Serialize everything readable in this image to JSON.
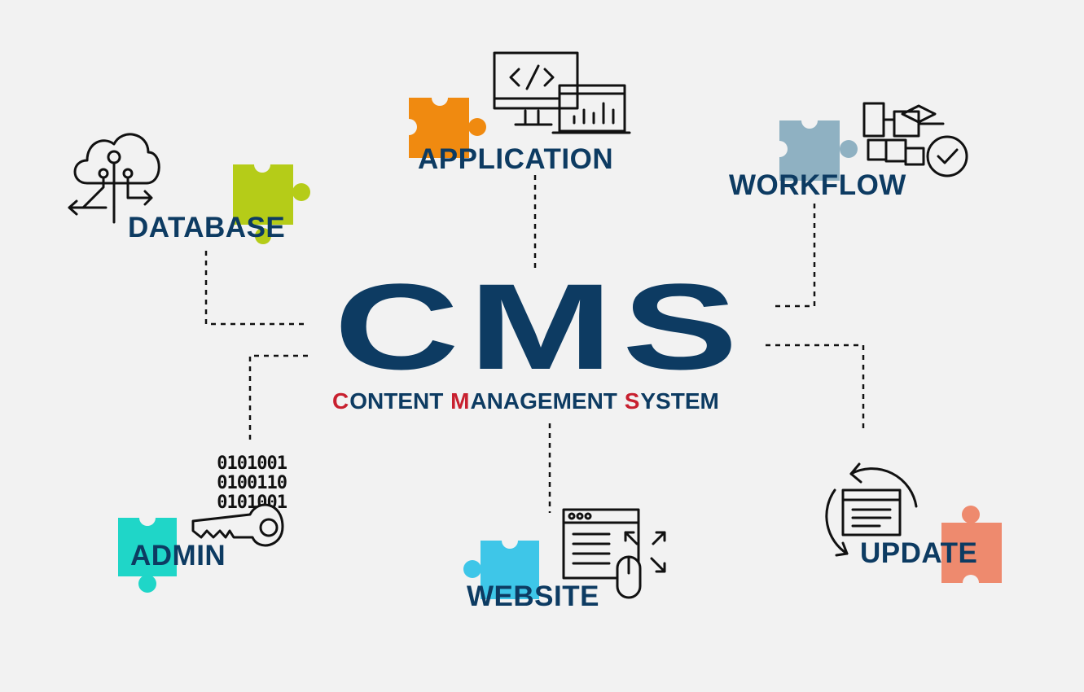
{
  "title": {
    "main": "CMS",
    "subtitle_parts": [
      {
        "text": "C",
        "accent": true
      },
      {
        "text": "ONTENT ",
        "accent": false
      },
      {
        "text": "M",
        "accent": true
      },
      {
        "text": "ANAGEMENT ",
        "accent": false
      },
      {
        "text": "S",
        "accent": true
      },
      {
        "text": "YSTEM",
        "accent": false
      }
    ]
  },
  "nodes": {
    "database": {
      "label": "DATABASE",
      "icon": "cloud-network-icon",
      "puzzle_color": "#b5cc18"
    },
    "application": {
      "label": "APPLICATION",
      "icon": "monitor-code-icon",
      "puzzle_color": "#f08a10"
    },
    "workflow": {
      "label": "WORKFLOW",
      "icon": "flowchart-check-icon",
      "puzzle_color": "#8fb1c2"
    },
    "admin": {
      "label": "ADMIN",
      "icon": "binary-key-icon",
      "puzzle_color": "#1fd6c8",
      "binary": [
        "0101001",
        "0100110",
        "0101001"
      ]
    },
    "website": {
      "label": "WEBSITE",
      "icon": "browser-mouse-icon",
      "puzzle_color": "#3ec6e8"
    },
    "update": {
      "label": "UPDATE",
      "icon": "refresh-document-icon",
      "puzzle_color": "#ee8a6e"
    }
  },
  "colors": {
    "primary": "#0d3b62",
    "accent": "#c8202f",
    "background": "#f2f2f2"
  }
}
